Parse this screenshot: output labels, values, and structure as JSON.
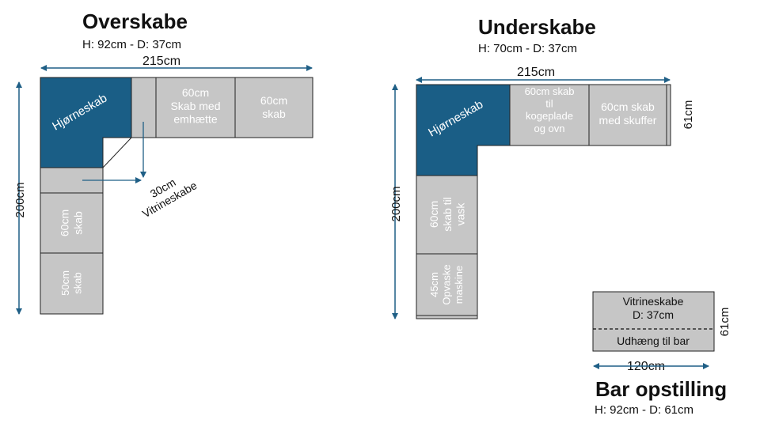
{
  "colors": {
    "corner_fill": "#1a5e86",
    "cabinet_fill": "#c6c6c6",
    "cabinet_border": "#222222",
    "arrow": "#1f5f86",
    "text_light": "#ffffff",
    "text_dark": "#111111"
  },
  "overskabe": {
    "title": "Overskabe",
    "subtitle": "H: 92cm - D: 37cm",
    "width_label": "215cm",
    "height_label": "200cm",
    "corner_label": "Hjørneskab",
    "cab_hood": "60cm\nSkab med\nemhætte",
    "cab_right": "60cm\nskab",
    "cab_60_left": "60cm\nskab",
    "cab_50_left": "50cm\nskab",
    "vitrine_label": "30cm\nVitrineskabe"
  },
  "underskabe": {
    "title": "Underskabe",
    "subtitle": "H: 70cm - D: 37cm",
    "width_label": "215cm",
    "height_label": "200cm",
    "depth_label": "61cm",
    "corner_label": "Hjørneskab",
    "cab_hob": "60cm skab\ntil\nkogeplade\nog ovn",
    "cab_drawers": "60cm skab\nmed skuffer",
    "cab_sink": "60cm\nskab til\nvask",
    "cab_dishwasher": "45cm\nOpvaske\nmaskine"
  },
  "bar": {
    "title": "Bar opstilling",
    "subtitle": "H: 92cm - D: 61cm",
    "top_label": "Vitrineskabe\nD: 37cm",
    "bottom_label": "Udhæng til bar",
    "width_label": "120cm",
    "depth_label": "61cm"
  }
}
